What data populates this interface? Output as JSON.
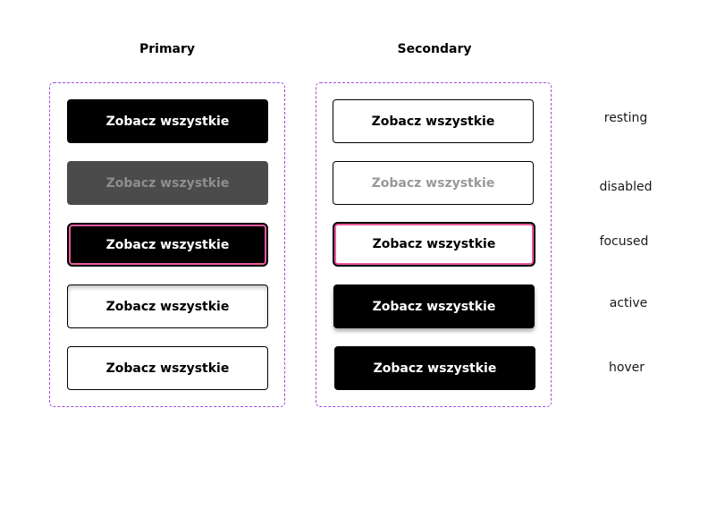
{
  "columns": {
    "primary_title": "Primary",
    "secondary_title": "Secondary"
  },
  "button_label": "Zobacz wszystkie",
  "states": {
    "resting": "resting",
    "disabled": "disabled",
    "focused": "focused",
    "active": "active",
    "hover": "hover"
  },
  "colors": {
    "frame_border": "#a04ae0",
    "focus_ring": "#e85a9e",
    "dark": "#000000",
    "disabled_fill": "#4b4b4b"
  }
}
